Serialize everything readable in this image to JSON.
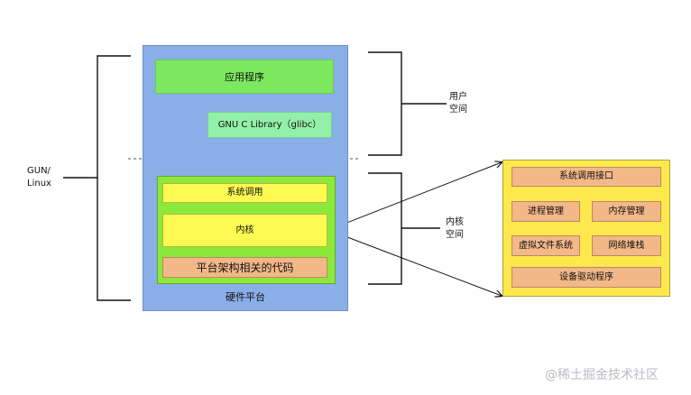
{
  "diagram": {
    "left_label": {
      "line1": "GUN/",
      "line2": "Linux"
    },
    "user_space_label": {
      "line1": "用户",
      "line2": "空间"
    },
    "kernel_space_label": {
      "line1": "内核",
      "line2": "空间"
    },
    "hardware_platform": "硬件平台",
    "application": "应用程序",
    "glibc": "GNU C Library（glibc）",
    "kernel_stack": {
      "syscall": "系统调用",
      "kernel": "内核",
      "arch_code": "平台架构相关的代码"
    },
    "kernel_detail": {
      "syscall_interface": "系统调用接口",
      "process_mgmt": "进程管理",
      "memory_mgmt": "内存管理",
      "vfs": "虚拟文件系统",
      "network_stack": "网络堆栈",
      "device_drivers": "设备驱动程序"
    },
    "watermark": "@稀土掘金技术社区"
  },
  "colors": {
    "hardware_bg": "#89aee8",
    "app_green": "#7ce85e",
    "glibc_green": "#93f0a8",
    "kernel_outer_green": "#8ce83a",
    "kernel_yellow": "#fcfa52",
    "orange": "#f3b888",
    "detail_yellow": "#fde94d"
  }
}
